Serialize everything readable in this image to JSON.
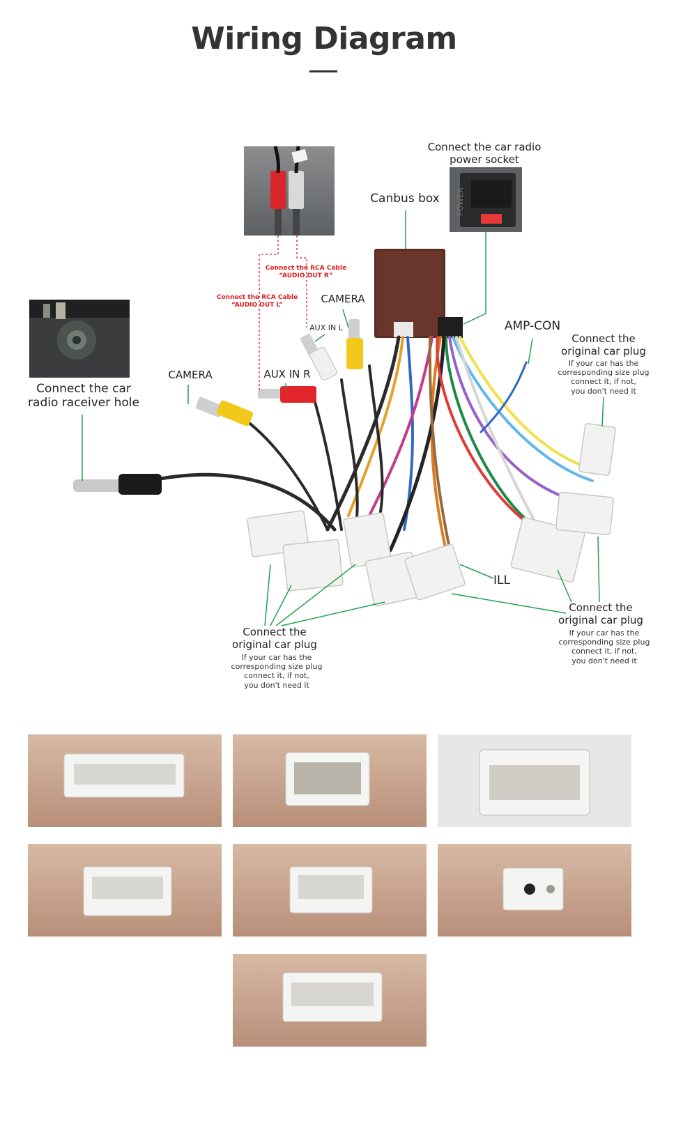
{
  "page": {
    "title": "Wiring Diagram"
  },
  "labels": {
    "power_socket": "Connect the car radio\npower socket",
    "canbus_box": "Canbus box",
    "rca_out_r": "Connect the RCA Cable\n“AUDIO OUT R”",
    "rca_out_l": "Connect the RCA Cable\n“AUDIO OUT L”",
    "camera_top": "CAMERA",
    "aux_in_l": "AUX IN L",
    "amp_con": "AMP-CON",
    "plug_right_top_title": "Connect the\noriginal car plug",
    "plug_right_top_note": "If your car has the\ncorresponding size plug\nconnect it, if not,\nyou don't need it",
    "receiver_hole": "Connect the  car\nradio raceiver hole",
    "camera_left": "CAMERA",
    "aux_in_r": "AUX IN R",
    "ill": "ILL",
    "plug_right_bottom_title": "Connect the\noriginal car plug",
    "plug_right_bottom_note": "If your car has the\ncorresponding size plug\nconnect it, if not,\nyou don't need it",
    "plug_center_title": "Connect the\noriginal car plug",
    "plug_center_note": "If your car has the\ncorresponding size plug\nconnect it, if not,\nyou don't need it"
  },
  "colors": {
    "leader": "#1fa34a",
    "red_lead": "#e21b1b",
    "connector": "#f2f2f0",
    "canbus": "#5a2b22"
  }
}
